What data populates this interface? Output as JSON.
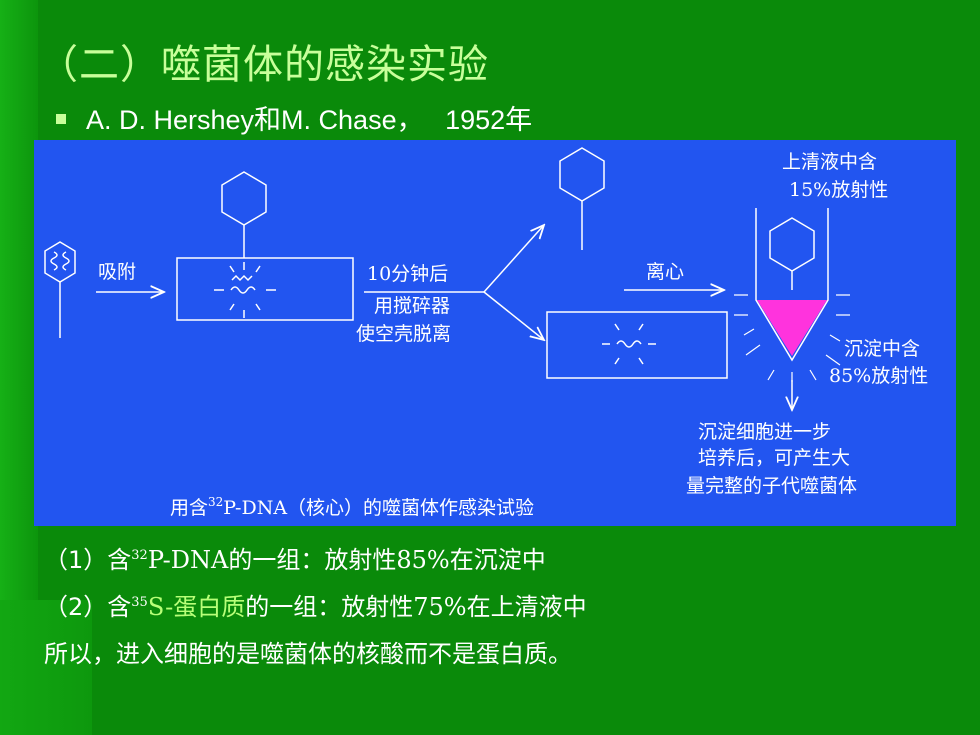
{
  "title": "（二）噬菌体的感染实验",
  "subtitle": {
    "authors": "A. D. Hershey和M. Chase，",
    "year": "1952年"
  },
  "figure": {
    "adsorb": "吸附",
    "after10": "10分钟后",
    "blender1": "用搅碎器",
    "blender2": "使空壳脱离",
    "centrifuge": "离心",
    "super1": "上清液中含",
    "super2": "15%放射性",
    "pellet1": "沉淀中含",
    "pellet2": "85%放射性",
    "cells1": "沉淀细胞进一步",
    "cells2": "培养后，可产生大",
    "cells3": "量完整的子代噬菌体",
    "caption_pre": "用含",
    "caption_sup": "32",
    "caption_post": "P-DNA（核心）的噬菌体作感染试验"
  },
  "lines": {
    "l1_a": "（1）含",
    "l1_sup": "32",
    "l1_b": "P-DNA",
    "l1_c": "的一组：放射性",
    "l1_d": "85%",
    "l1_e": "在沉淀中",
    "l2_a": "（2）含",
    "l2_sup": "35",
    "l2_b": "S-",
    "l2_c": "蛋白质",
    "l2_d": "的一组：放射性",
    "l2_e": "75%",
    "l2_f": "在上清液中",
    "l3": "所以，进入细胞的是噬菌体的核酸而不是蛋白质。"
  },
  "colors": {
    "background": "#0a8a0a",
    "figure_bg": "#2255f0",
    "title": "#c8ff9a",
    "pellet": "#ff33dd"
  }
}
